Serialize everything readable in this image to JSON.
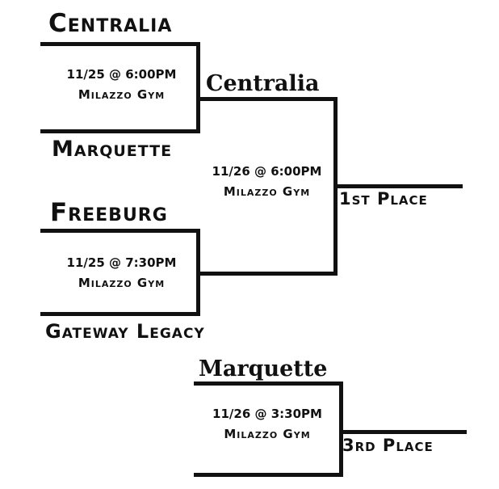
{
  "bracket": {
    "game1": {
      "team_top": "Centralia",
      "team_bottom": "Marquette",
      "date_time": "11/25 @ 6:00PM",
      "venue": "Milazzo Gym"
    },
    "game2": {
      "team_top": "Freeburg",
      "team_bottom": "Gateway Legacy",
      "date_time": "11/25 @ 7:30PM",
      "venue": "Milazzo Gym"
    },
    "final": {
      "winner": "Centralia",
      "date_time": "11/26 @ 6:00PM",
      "venue": "Milazzo Gym",
      "place_label": "1st Place"
    },
    "consolation": {
      "team": "Marquette",
      "date_time": "11/26 @ 3:30PM",
      "venue": "Milazzo Gym",
      "place_label": "3rd Place"
    }
  }
}
